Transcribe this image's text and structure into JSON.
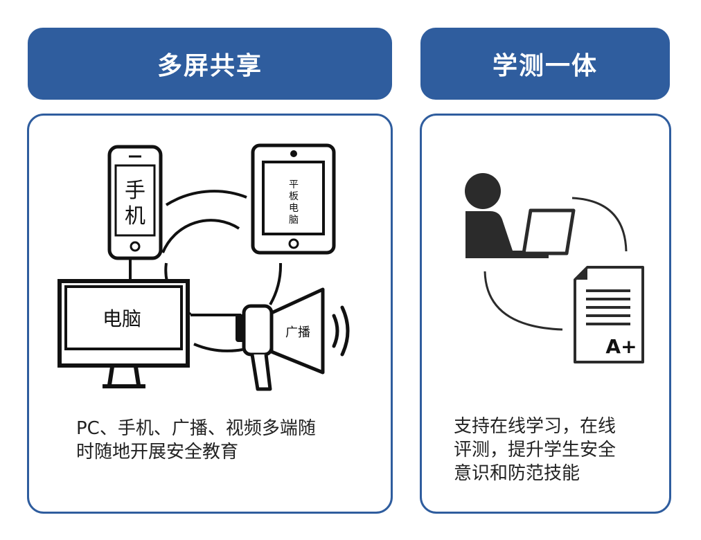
{
  "headers": {
    "left": "多屏共享",
    "right": "学测一体"
  },
  "left_panel": {
    "devices": {
      "phone_char1": "手",
      "phone_char2": "机",
      "tablet_char1": "平",
      "tablet_char2": "板",
      "tablet_char3": "电",
      "tablet_char4": "脑",
      "monitor": "电脑",
      "megaphone": "广播"
    },
    "caption": "PC、手机、广播、视频多端随\n时随地开展安全教育"
  },
  "right_panel": {
    "grade": "A+",
    "caption": "支持在线学习，在线\n评测，提升学生安全\n意识和防范技能"
  },
  "colors": {
    "accent": "#2f5d9e",
    "icon": "#2b2b2b"
  }
}
